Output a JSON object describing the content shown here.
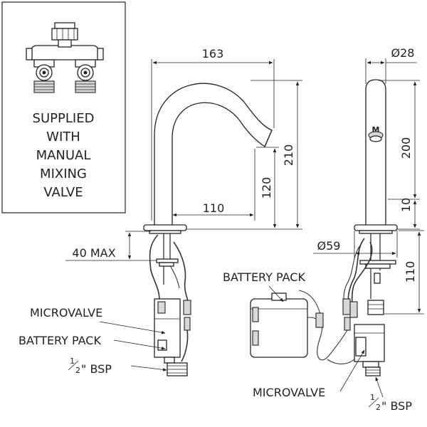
{
  "inset": {
    "lines": [
      "SUPPLIED",
      "WITH",
      "MANUAL",
      "MIXING",
      "VALVE"
    ]
  },
  "dimensions": {
    "spout_reach_163": "163",
    "height_210": "210",
    "height_120": "120",
    "spout_110": "110",
    "max_40": "40 MAX",
    "dia_28": "Ø28",
    "height_200": "200",
    "height_10": "10",
    "dia_59": "Ø59",
    "height_side_110": "110"
  },
  "labels": {
    "microvalve_left": "MICROVALVE",
    "battery_pack_left": "BATTERY PACK",
    "bsp_left_num": "1",
    "bsp_left_den": "2",
    "bsp_left_rest": "\" BSP",
    "battery_pack_right": "BATTERY PACK",
    "microvalve_right": "MICROVALVE",
    "bsp_right_num": "1",
    "bsp_right_den": "2",
    "bsp_right_rest": "\" BSP"
  }
}
